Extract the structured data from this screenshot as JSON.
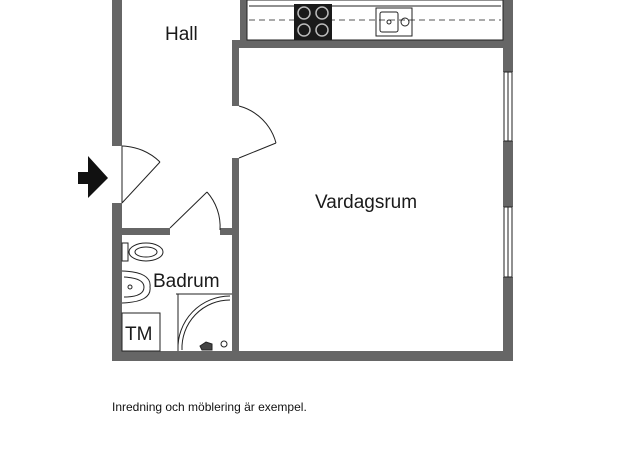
{
  "rooms": {
    "hall": "Hall",
    "living": "Vardagsrum",
    "bath": "Badrum",
    "tm": "TM"
  },
  "footer_note": "Inredning och möblering är exempel.",
  "colors": {
    "wall": "#666666",
    "line": "#222222",
    "background": "#ffffff"
  },
  "icons": {
    "entrance": "arrow-right-icon",
    "stove": "stove-icon",
    "sink": "sink-icon",
    "toilet": "toilet-icon",
    "basin": "washbasin-icon",
    "shower": "shower-icon"
  }
}
